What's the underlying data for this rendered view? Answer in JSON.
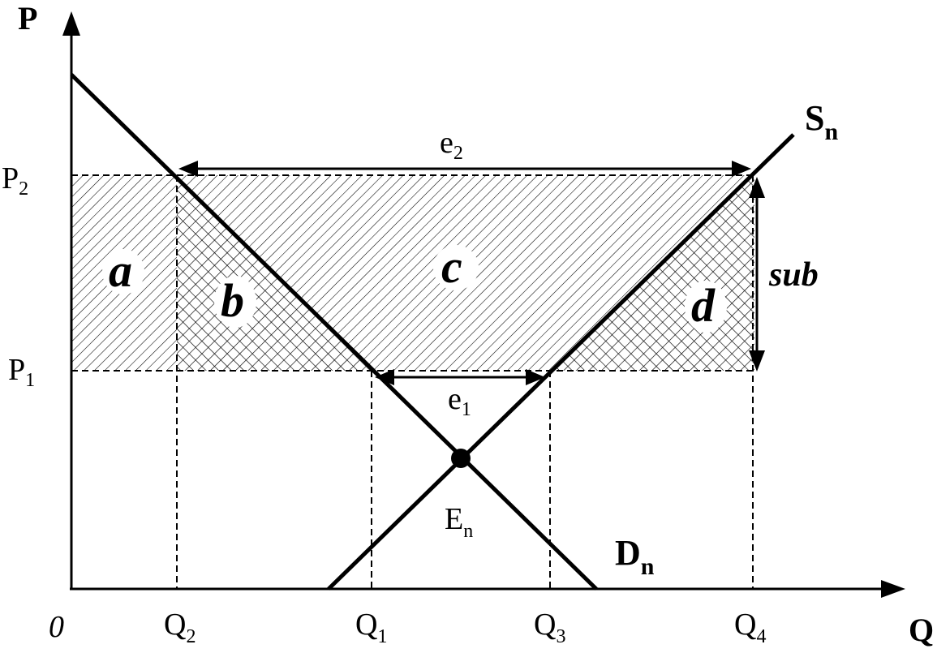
{
  "axes": {
    "y_label": "P",
    "x_label": "Q",
    "origin_label": "0"
  },
  "prices": {
    "p2": {
      "base": "P",
      "sub": "2"
    },
    "p1": {
      "base": "P",
      "sub": "1"
    }
  },
  "quantities": {
    "q2": {
      "base": "Q",
      "sub": "2"
    },
    "q1": {
      "base": "Q",
      "sub": "1"
    },
    "q3": {
      "base": "Q",
      "sub": "3"
    },
    "q4": {
      "base": "Q",
      "sub": "4"
    }
  },
  "regions": {
    "a": "a",
    "b": "b",
    "c": "c",
    "d": "d"
  },
  "arrows": {
    "e2": {
      "base": "e",
      "sub": "2"
    },
    "e1": {
      "base": "e",
      "sub": "1"
    },
    "sub": "sub"
  },
  "curves": {
    "supply": {
      "base": "S",
      "sub": "n"
    },
    "demand": {
      "base": "D",
      "sub": "n"
    },
    "equilibrium": {
      "base": "E",
      "sub": "n"
    }
  }
}
